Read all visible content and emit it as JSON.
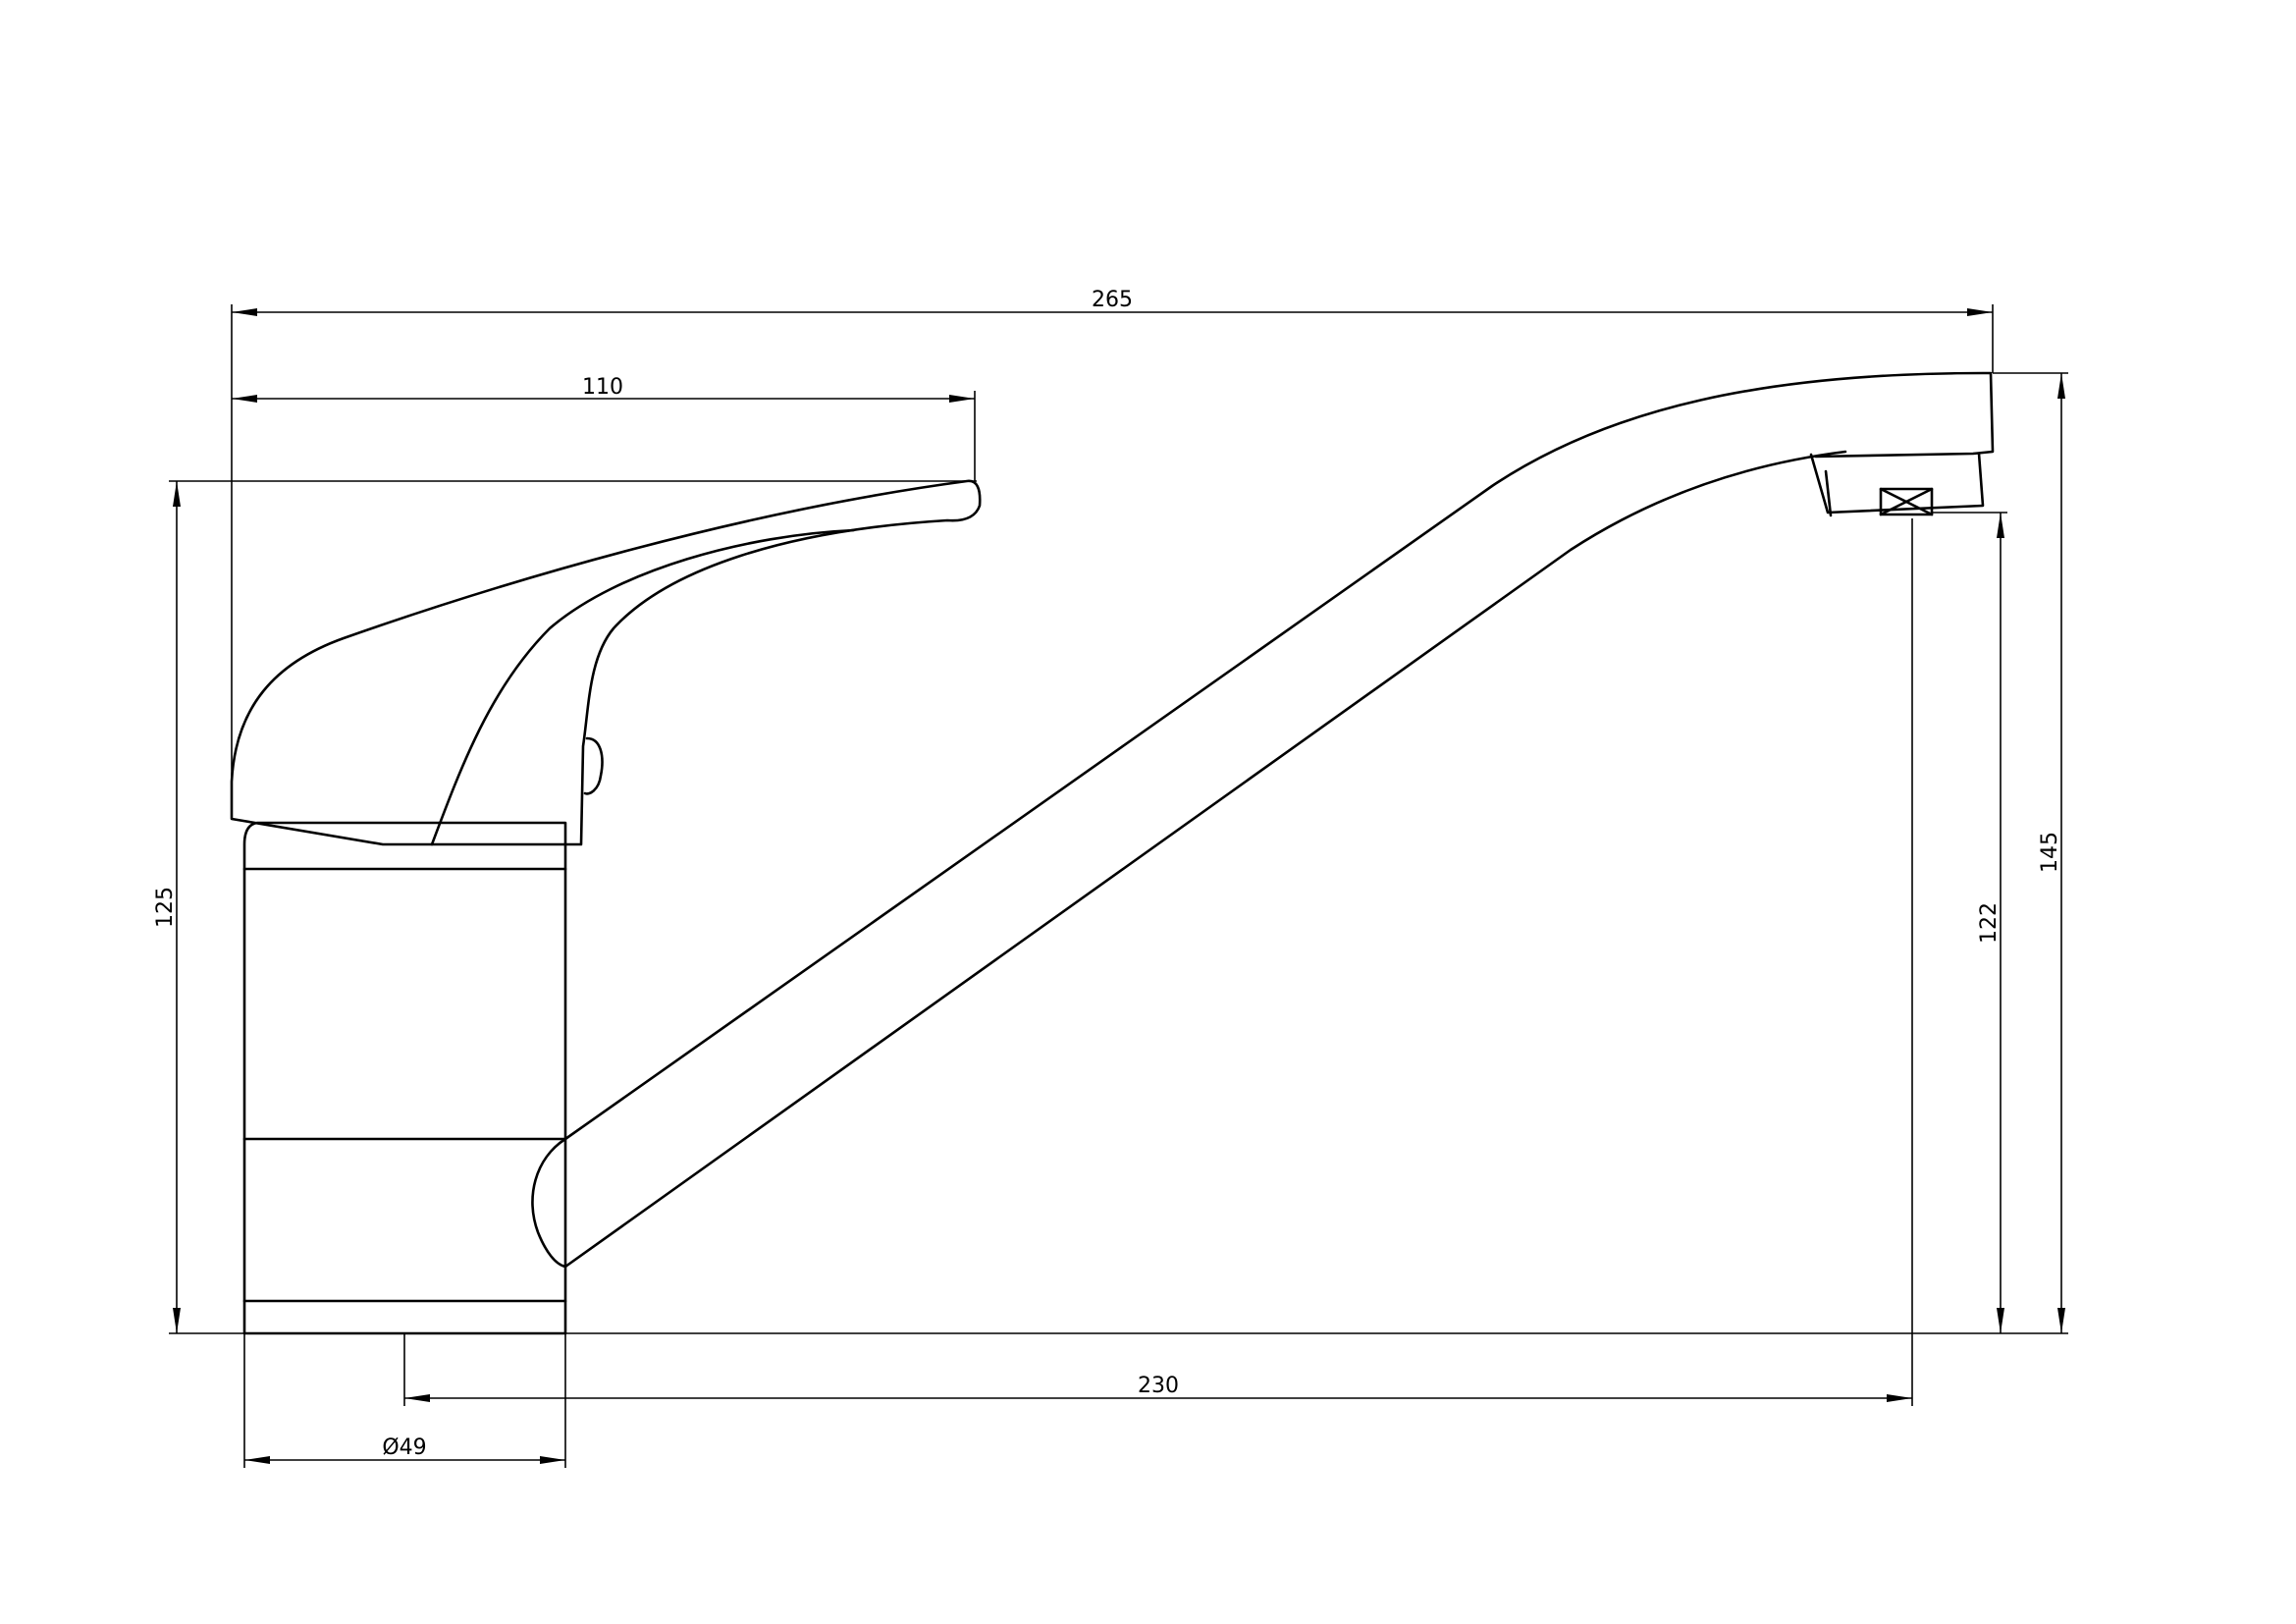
{
  "dimensions": {
    "overall_length": "265",
    "lever_length": "110",
    "body_height": "125",
    "total_height": "145",
    "spout_clearance": "122",
    "spout_reach": "230",
    "base_diameter": "Ø49"
  },
  "colors": {
    "line": "#000000",
    "background": "#ffffff"
  }
}
